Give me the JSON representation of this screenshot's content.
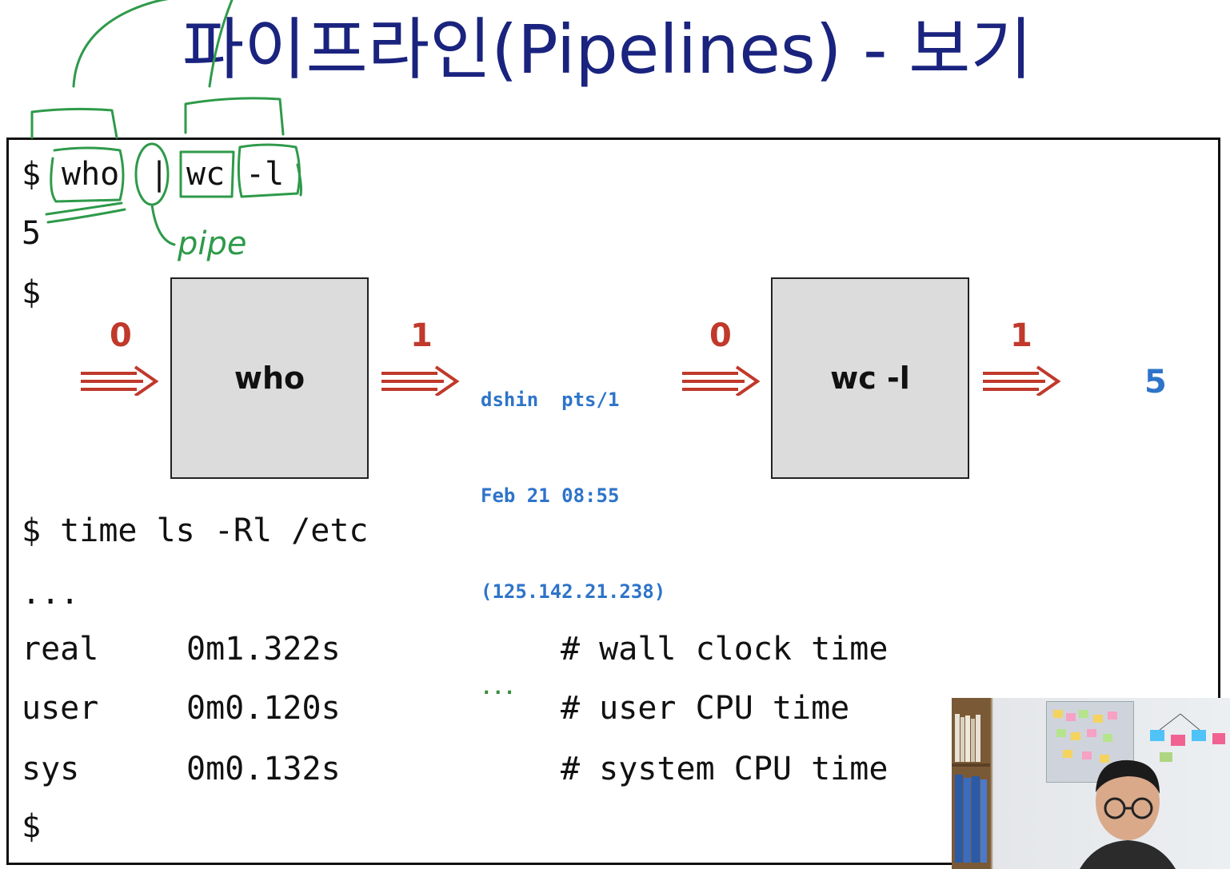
{
  "title": "파이프라인(Pipelines) - 보기",
  "terminal": {
    "line1_prompt": "$",
    "line1_cmd": "who | wc -l",
    "line1_tokens": [
      "who",
      "|",
      "wc",
      "-l"
    ],
    "line2_output": "5",
    "line3_prompt": "$",
    "time_cmd": "$ time ls -Rl /etc",
    "ellipsis": "...",
    "rows": [
      {
        "label": "real",
        "value": "0m1.322s",
        "comment": "# wall clock time"
      },
      {
        "label": "user",
        "value": "0m0.120s",
        "comment": "# user CPU time"
      },
      {
        "label": "sys",
        "value": "0m0.132s",
        "comment": "# system CPU time"
      }
    ],
    "final_prompt": "$"
  },
  "diagram": {
    "fd_in_who": "0",
    "fd_out_who": "1",
    "fd_in_wc": "0",
    "fd_out_wc": "1",
    "box_who": "who",
    "box_wc": "wc -l",
    "stream_lines": [
      "dshin  pts/1",
      "Feb 21 08:55",
      "(125.142.21.238)",
      "..."
    ],
    "result": "5"
  },
  "annotation": {
    "pipe_label": "pipe"
  },
  "colors": {
    "title": "#1a237e",
    "fd_red": "#c0392b",
    "stream_blue": "#2e74c9",
    "ink_green": "#2e9a4a"
  },
  "icons": [
    "webcam-presenter"
  ]
}
